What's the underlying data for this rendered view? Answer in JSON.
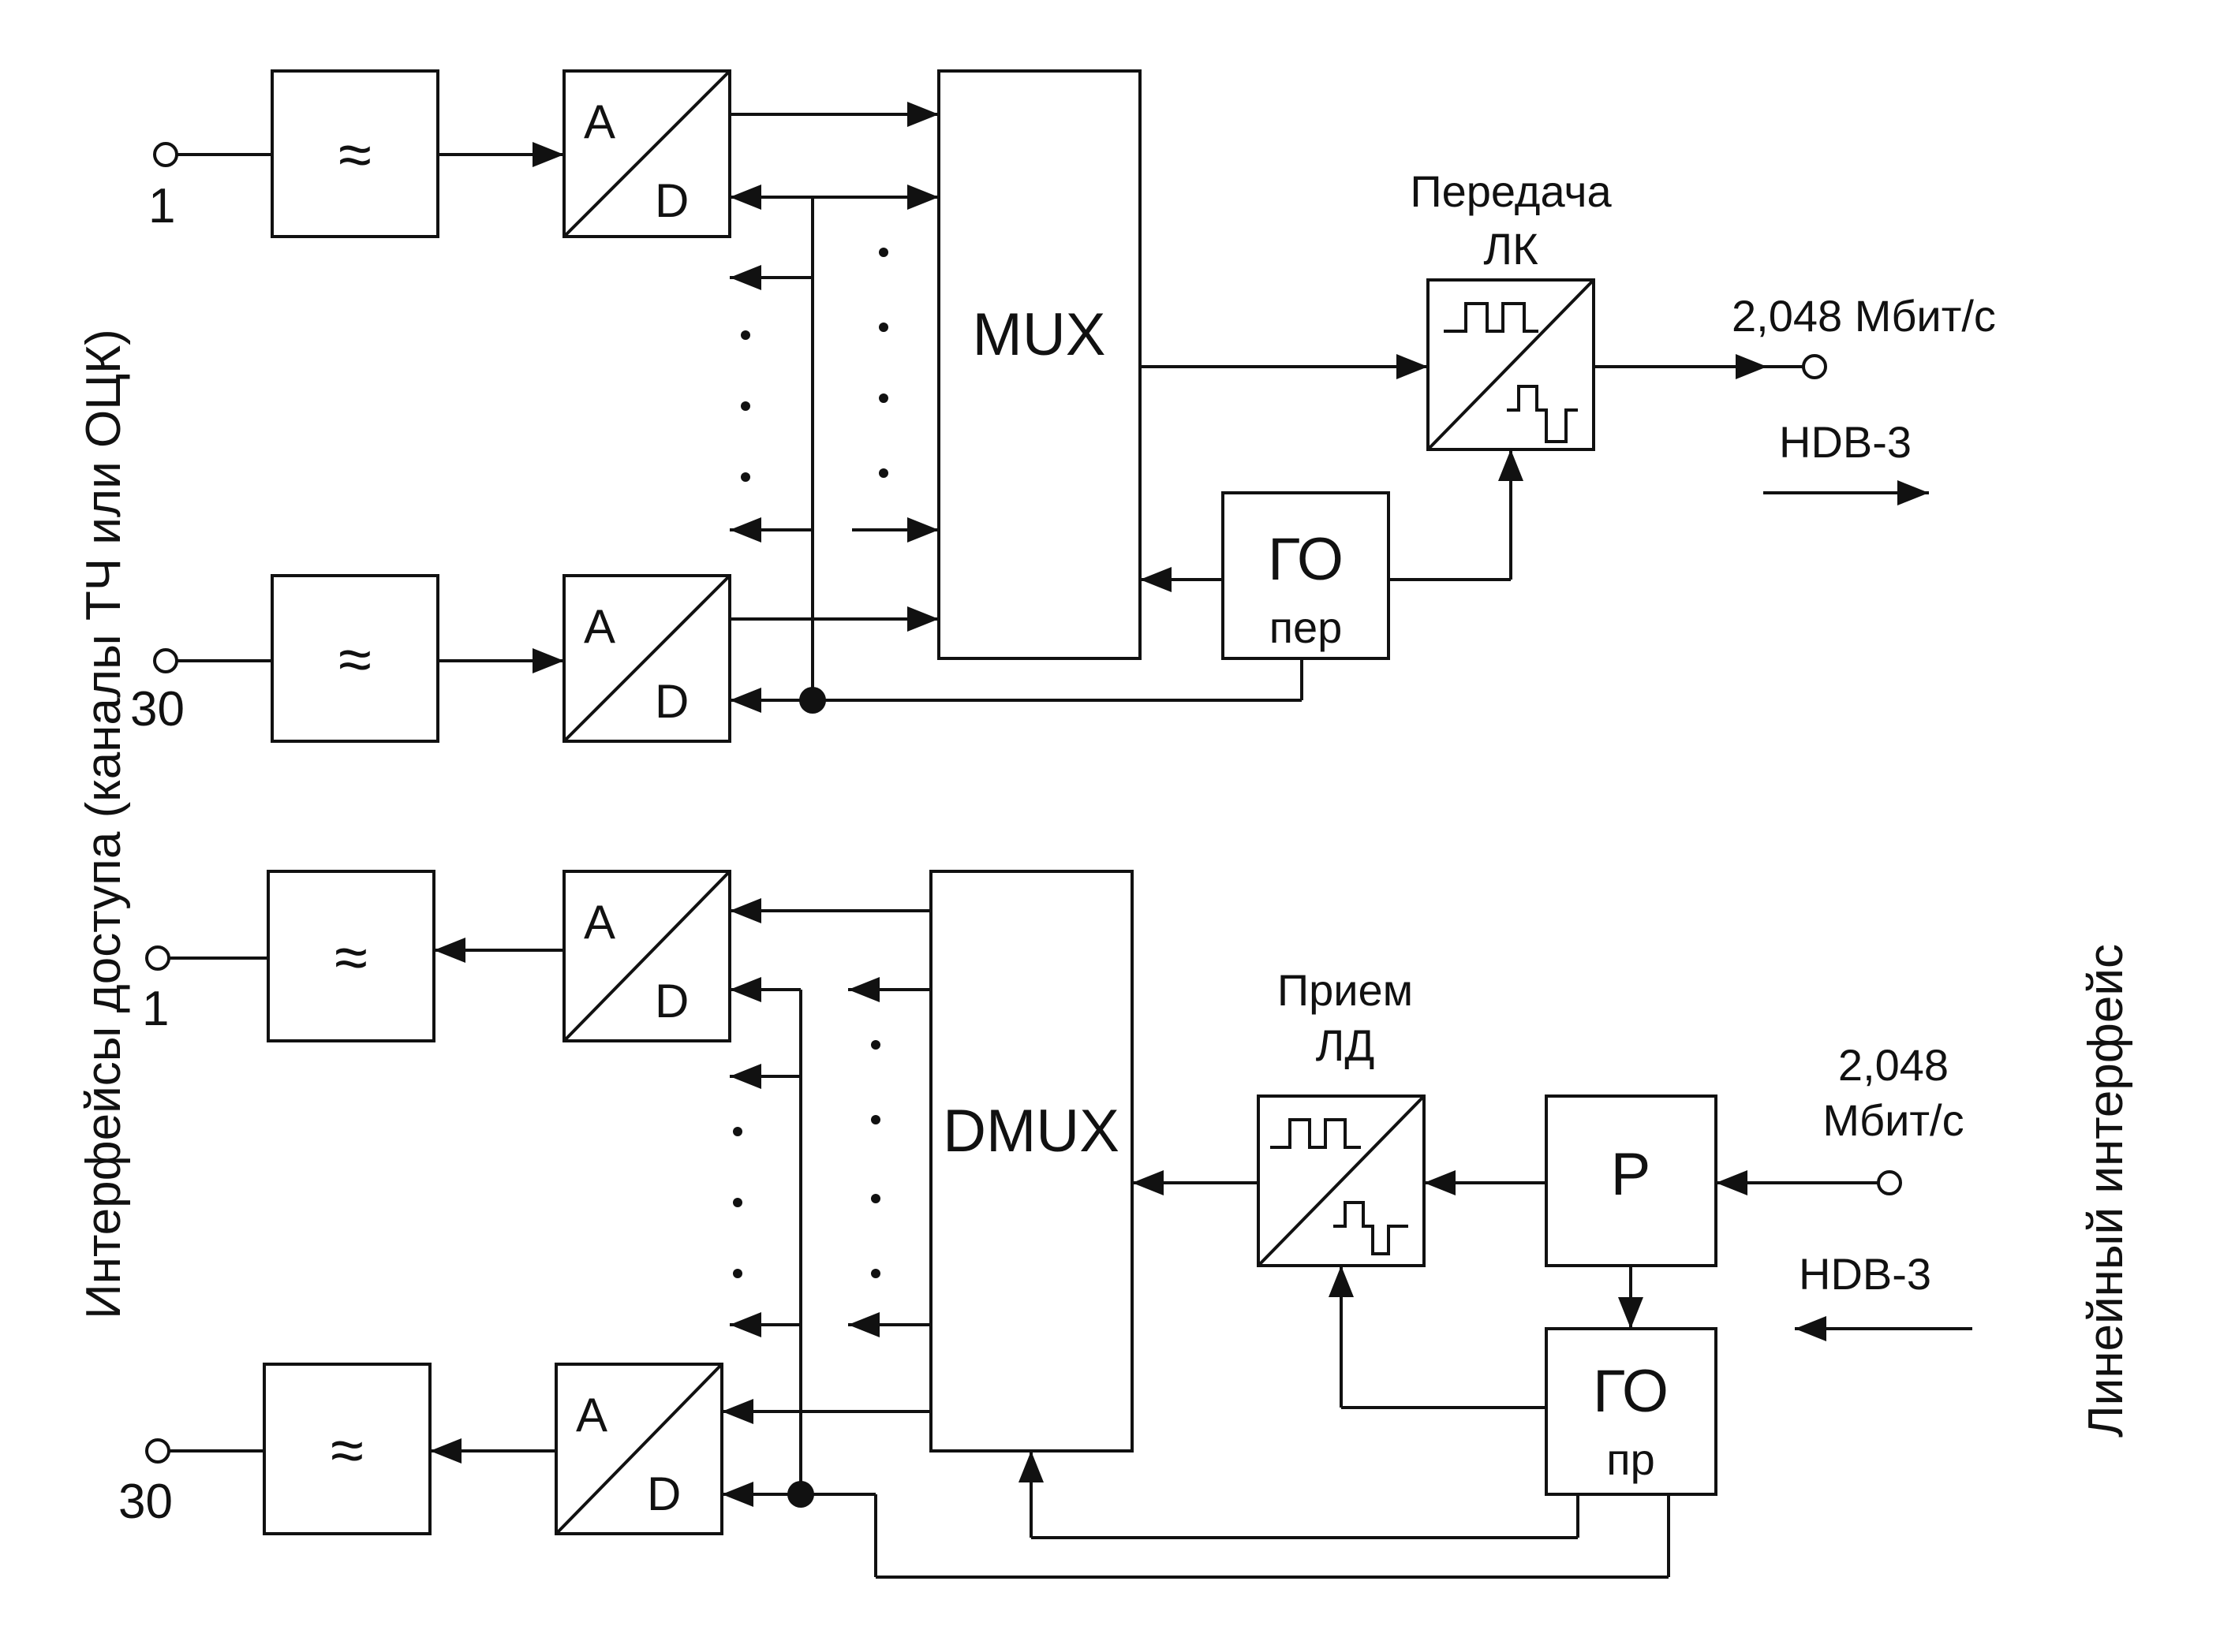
{
  "labels": {
    "left_side": "Интерфейсы доступа (каналы ТЧ или ОЦК)",
    "right_side": "Линейный интерфейс",
    "ch_first": "1",
    "ch_last": "30",
    "ad_a": "A",
    "ad_d": "D",
    "mux": "MUX",
    "dmux": "DMUX",
    "tx_title_1": "Передача",
    "tx_title_2": "ЛК",
    "rx_title_1": "Прием",
    "rx_title_2": "ЛД",
    "rate_tx": "2,048 Мбит/с",
    "rate_rx_1": "2,048",
    "rate_rx_2": "Мбит/с",
    "code_tx": "HDB-3",
    "code_rx": "HDB-3",
    "go": "ГО",
    "go_tx_sub": "пер",
    "go_rx_sub": "пр",
    "regen": "Р"
  }
}
